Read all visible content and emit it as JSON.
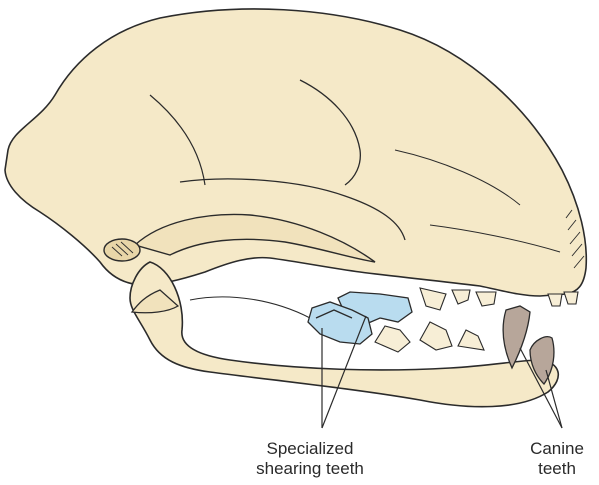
{
  "labels": {
    "shearing_line1": "Specialized",
    "shearing_line2": "shearing teeth",
    "canine_line1": "Canine",
    "canine_line2": "teeth"
  },
  "colors": {
    "bone": "#f5e9c8",
    "outline": "#2b2b2b",
    "shearing_teeth": "#b9dcef",
    "canine_teeth": "#b7a69a",
    "background": "#ffffff"
  }
}
